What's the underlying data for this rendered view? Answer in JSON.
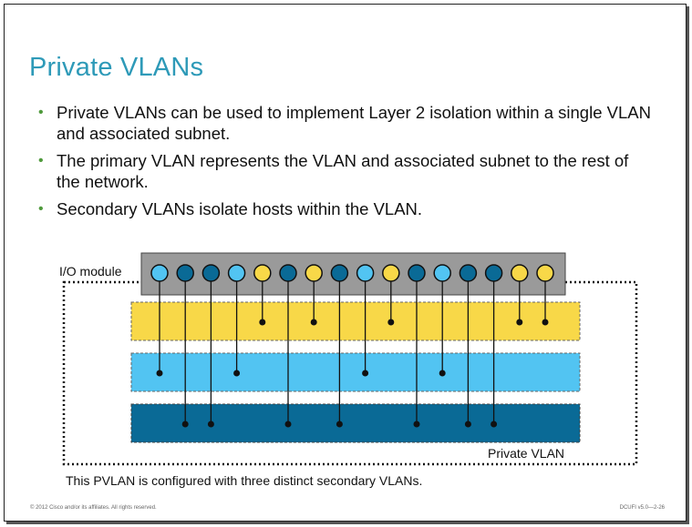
{
  "slide": {
    "title": "Private VLANs",
    "bullets": [
      "Private VLANs can be used to implement Layer 2 isolation within a single VLAN and associated subnet.",
      "The primary VLAN represents the VLAN and associated subnet to the rest of the network.",
      "Secondary VLANs isolate hosts within the VLAN."
    ],
    "caption": "This PVLAN is configured with three distinct secondary VLANs.",
    "footer_left": "© 2012 Cisco and/or its affiliates. All rights reserved.",
    "footer_right": "DCUFI v5.0—2-26"
  },
  "diagram": {
    "module_label": "I/O module",
    "pvlan_label": "Private VLAN",
    "ports": [
      "light-blue",
      "dark-blue",
      "dark-blue",
      "light-blue",
      "yellow",
      "dark-blue",
      "yellow",
      "dark-blue",
      "light-blue",
      "yellow",
      "dark-blue",
      "light-blue",
      "dark-blue",
      "dark-blue",
      "yellow",
      "yellow"
    ],
    "colors": {
      "title": "#2e9ab8",
      "bullet": "#4f9a3c",
      "module": "#9a9a9a",
      "yellow": "#f8d848",
      "light_blue": "#52c4f2",
      "dark_blue": "#0a6a96"
    }
  }
}
